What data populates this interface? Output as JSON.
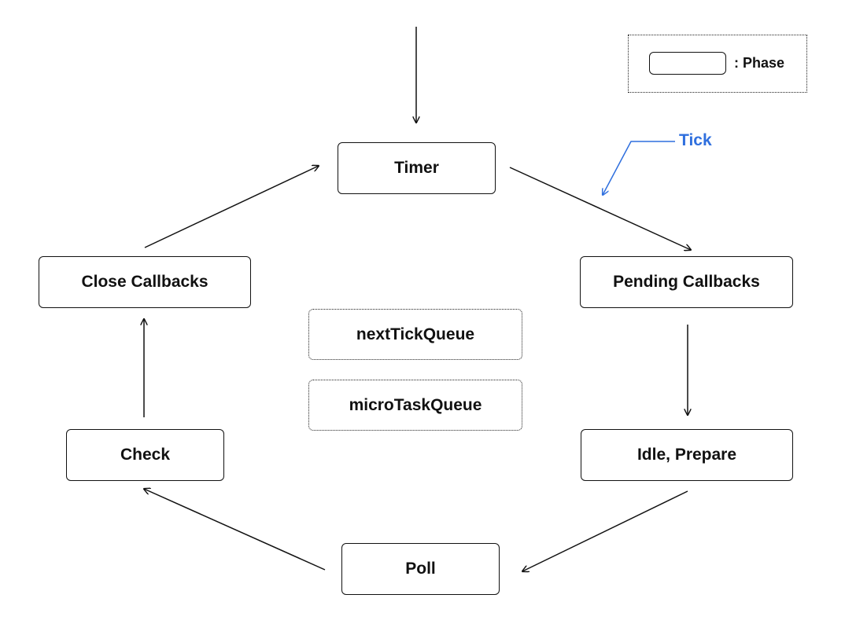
{
  "legend": {
    "label": ": Phase"
  },
  "annotation": {
    "tick_label": "Tick",
    "color": "#2f6fde"
  },
  "phases": {
    "timer": "Timer",
    "pending_callbacks": "Pending Callbacks",
    "idle_prepare": "Idle, Prepare",
    "poll": "Poll",
    "check": "Check",
    "close_callbacks": "Close Callbacks"
  },
  "queues": {
    "next_tick": "nextTickQueue",
    "micro_task": "microTaskQueue"
  }
}
